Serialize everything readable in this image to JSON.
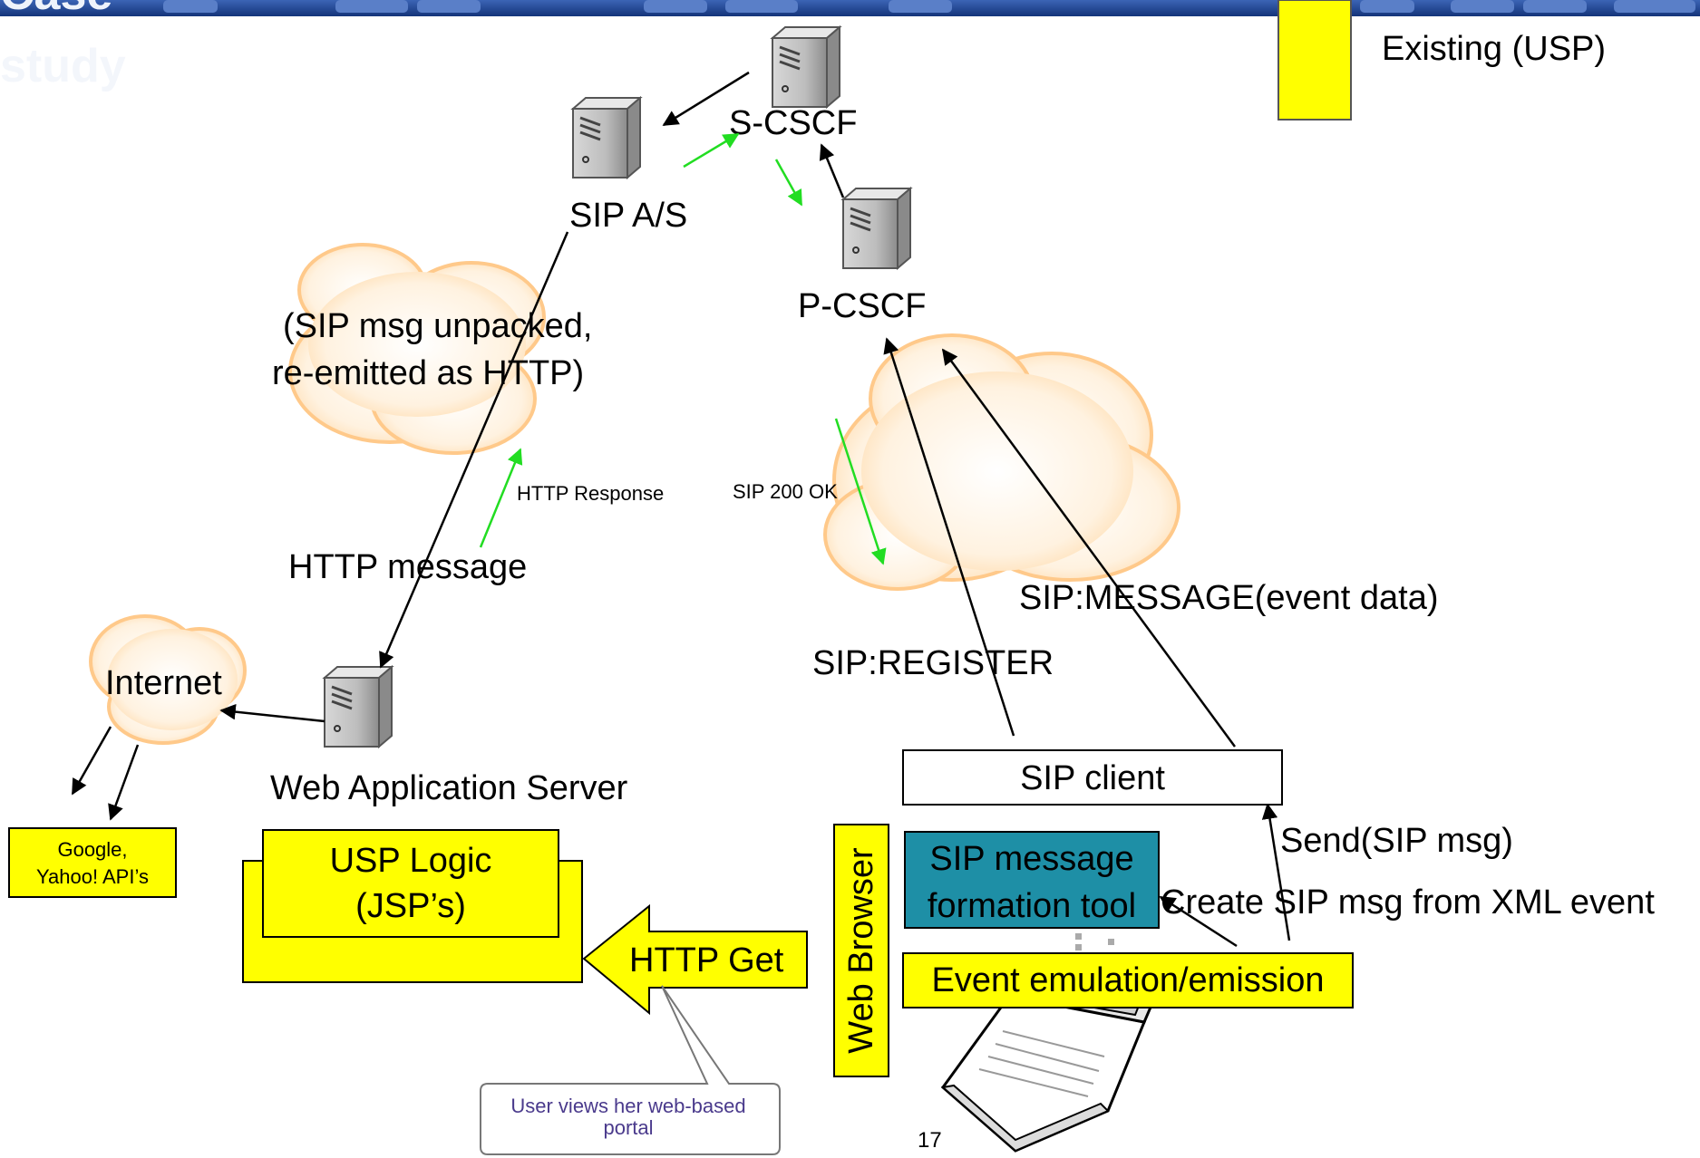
{
  "title": {
    "line1": "Case",
    "line2": "study"
  },
  "legend": {
    "label": "Existing (USP)",
    "color": "#ffff00"
  },
  "nodes": {
    "s_cscf": "S-CSCF",
    "sip_as": "SIP A/S",
    "p_cscf": "P-CSCF",
    "web_app_server": "Web Application Server",
    "internet": "Internet",
    "sip_client": "SIP client",
    "sip_msg_tool_line1": "SIP message",
    "sip_msg_tool_line2": "formation tool",
    "event_emulation": "Event emulation/emission",
    "web_browser": "Web Browser",
    "usp_logic_line1": "USP Logic",
    "usp_logic_line2": "(JSP’s)",
    "google_line1": "Google,",
    "google_line2": "Yahoo! API’s",
    "http_get": "HTTP Get"
  },
  "labels": {
    "unpack_line1": "(SIP msg unpacked,",
    "unpack_line2": "re-emitted as HTTP)",
    "http_response": "HTTP Response",
    "sip_200": "SIP 200 OK",
    "http_message": "HTTP message",
    "sip_message": "SIP:MESSAGE(event data)",
    "sip_register": "SIP:REGISTER",
    "send": "Send(SIP msg)",
    "create": "Create SIP msg from XML event"
  },
  "callout": {
    "line1": "User views her web-based",
    "line2": "portal"
  },
  "page_number": "17",
  "colors": {
    "yellow": "#ffff00",
    "teal": "#1e8fa6",
    "header": "#1a3f8c",
    "green": "#22dd22",
    "cloud": "#ffe9cc"
  }
}
